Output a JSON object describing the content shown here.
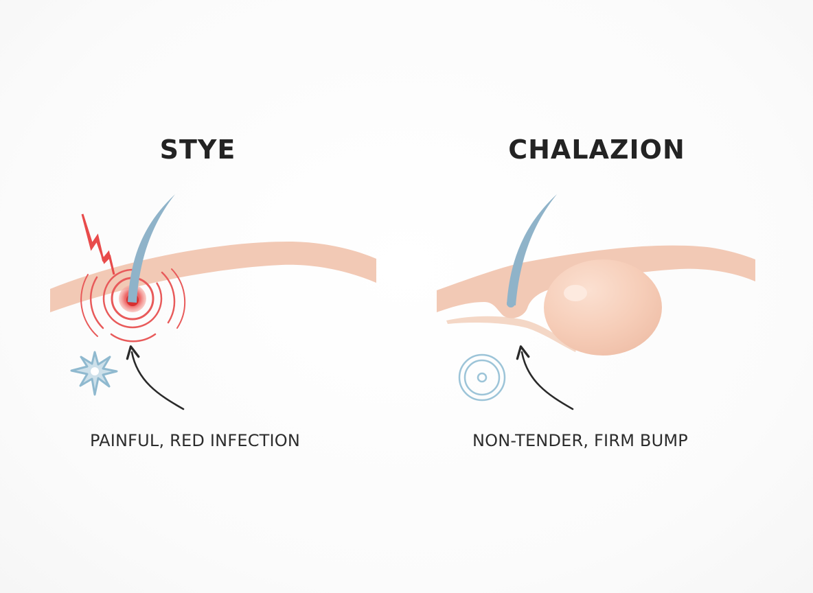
{
  "panels": {
    "stye": {
      "title": "STYE",
      "caption": "PAINFUL, RED INFECTION"
    },
    "chalazion": {
      "title": "CHALAZION",
      "caption": "NON-TENDER, FIRM BUMP"
    }
  },
  "colors": {
    "eyelid_skin": "#f2c9b5",
    "eyelash": "#8fb3c9",
    "infection_red": "#e85a5a",
    "lightning_red": "#e84b4b",
    "pain_star_blue": "#9cc4d8",
    "bump": "#f6cdb8",
    "arrow": "#2a2a2a",
    "title_text": "#232323"
  },
  "icons": {
    "stye_pain": "lightning-bolt-icon",
    "stye_sparkle": "starburst-icon",
    "chalazion_target": "concentric-circle-icon"
  }
}
